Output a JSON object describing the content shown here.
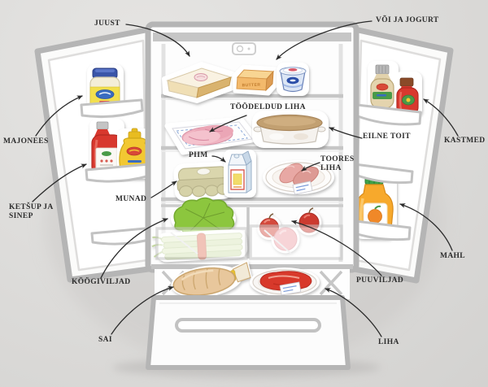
{
  "diagram": {
    "labels": {
      "juust": "JUUST",
      "voi_ja_jogurt": "VÕI JA JOGURT",
      "majonees": "MAJONEES",
      "toodeldud_liha": "TÖÖDELDUD LIHA",
      "eilne_toit": "EILNE TOIT",
      "kastmed": "KASTMED",
      "piim": "PIIM",
      "toores_liha": "TOORES\nLIHA",
      "ketsup_ja_sinep": "KETŠUP JA\nSINEP",
      "munad": "MUNAD",
      "mahl": "MAHL",
      "koogiviljad": "KÖÖGIVILJAD",
      "puuviljad": "PUUVILJAD",
      "sai": "SAI",
      "liha": "LIHA"
    },
    "items": {
      "butter_label": "BUTTER"
    },
    "icons": [
      "cheese-icon",
      "butter-icon",
      "yogurt-icon",
      "processed-meat-icon",
      "casserole-icon",
      "eggs-icon",
      "milk-icon",
      "raw-meat-icon",
      "lettuce-icon",
      "celery-icon",
      "apples-icon",
      "bread-icon",
      "meat-plate-icon",
      "mayonnaise-icon",
      "ketchup-icon",
      "mustard-icon",
      "sauce-bottles-icon",
      "juice-icon",
      "fridge-light-icon"
    ],
    "colors": {
      "background": "#dcdbd9",
      "fridge_gray": "#b5b5b5",
      "label_text": "#2d2d2d",
      "arrow": "#2b2b2b",
      "lettuce_green": "#8cc63e",
      "apple_red": "#cc3b30",
      "juice_orange": "#f7a92c",
      "ketchup_red": "#d8382e",
      "mustard_yellow": "#f2c832",
      "mayo_lid_blue": "#3a55a8",
      "butter_orange": "#f3b96b",
      "egg_carton_khaki": "#d6d2a8",
      "casserole_lid_tan": "#c2a071"
    }
  }
}
